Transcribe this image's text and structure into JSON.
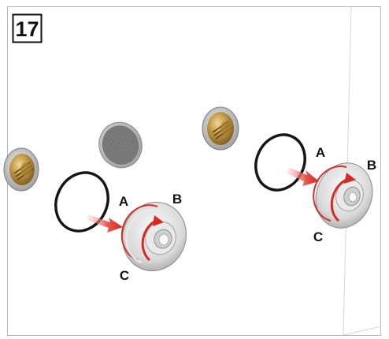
{
  "step_number": "17",
  "left_assembly": {
    "label_a": "A",
    "label_b": "B",
    "label_c": "C"
  },
  "right_assembly": {
    "label_a": "A",
    "label_b": "B",
    "label_c": "C"
  },
  "colors": {
    "frame": "#b5b5b5",
    "wall_line": "#cfcfcf",
    "brass": "#b8913e",
    "seal_ring": "#151515",
    "arrow": "#e0342e",
    "flange": "#dcdcdc"
  },
  "icons": [
    "step-number-box",
    "brass-valve-fitting",
    "filter-screen",
    "o-ring-seal",
    "insertion-arrow",
    "rotation-arrow",
    "cover-flange"
  ]
}
